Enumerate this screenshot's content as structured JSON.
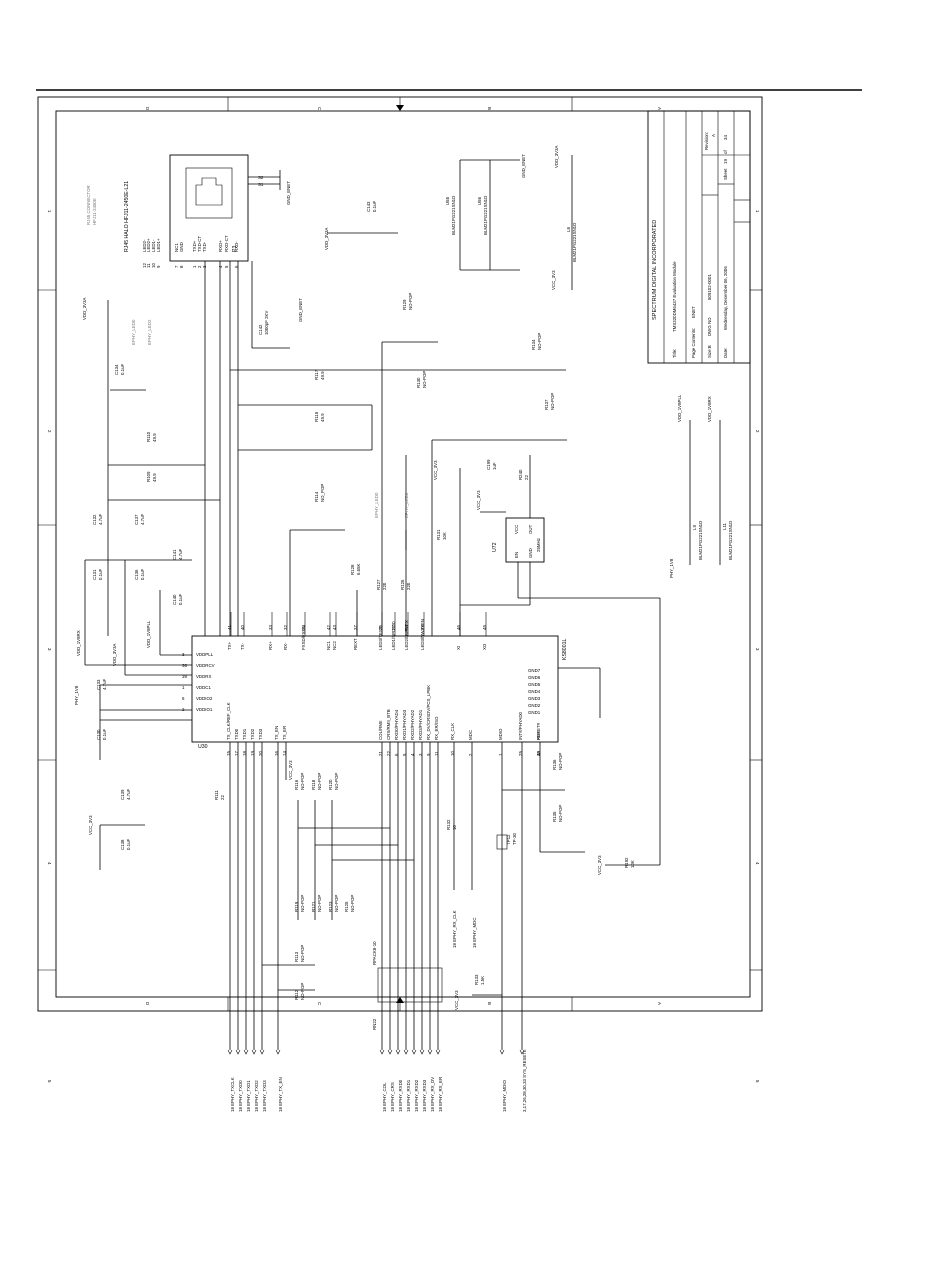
{
  "title_block": {
    "company": "SPECTRUM DIGITAL INCORPORATED",
    "title_label": "Title:",
    "title": "TMS320DM6437 Evaluation Module",
    "page_contents_label": "Page Contents:",
    "page_contents": "ENET",
    "size_label": "Size:B",
    "dwg_no_label": "DWG NO",
    "dwg_no": "509102-0001",
    "revision_label": "Revision:",
    "revision": "A",
    "date_label": "Date:",
    "date": "Wednesday, December 06, 2006",
    "sheet_label": "Sheet",
    "sheet": "19",
    "of_label": "of",
    "sheets": "34"
  },
  "border": {
    "rows_top": [
      "D",
      "C",
      "B",
      "A"
    ],
    "rows_bottom": [
      "D",
      "C",
      "B",
      "A"
    ],
    "cols_left": [
      "1",
      "2",
      "3",
      "4",
      "5"
    ],
    "cols_right": [
      "1",
      "2",
      "3",
      "4",
      "5"
    ]
  },
  "rj45": {
    "ref": "P3",
    "part": "RJ45 HALO HFJ11-2450E-L21",
    "grey_note_1": "RJ45 CONNECTOR",
    "grey_note_2": "HFJ11-2450E",
    "pins": [
      {
        "num": "12",
        "name": "LED2-"
      },
      {
        "num": "11",
        "name": "LED2+"
      },
      {
        "num": "10",
        "name": "LED1-"
      },
      {
        "num": "9",
        "name": "LED1+"
      },
      {
        "num": "7",
        "name": "NC1"
      },
      {
        "num": "8",
        "name": "GND"
      },
      {
        "num": "1",
        "name": "TXD+"
      },
      {
        "num": "2",
        "name": "TXD-CT"
      },
      {
        "num": "3",
        "name": "TXD-"
      },
      {
        "num": "4",
        "name": "RXD+"
      },
      {
        "num": "5",
        "name": "RXD-CT"
      },
      {
        "num": "6",
        "name": "RXD-"
      }
    ],
    "shield_pins": [
      "S1",
      "S2"
    ],
    "shield_net": "GND_ENET"
  },
  "phy": {
    "ref": "U30",
    "part": "KS8001L",
    "left_pins": [
      {
        "num": "41",
        "name": "TX+"
      },
      {
        "num": "40",
        "name": "TX-"
      },
      {
        "num": "33",
        "name": "RX+"
      },
      {
        "num": "32",
        "name": "RX-"
      },
      {
        "num": "34",
        "name": "FXSD/FXEN"
      },
      {
        "num": "42",
        "name": "NC1"
      },
      {
        "num": "43",
        "name": "NC2"
      },
      {
        "num": "37",
        "name": "REXT"
      },
      {
        "num": "26",
        "name": "LED3/TEST"
      },
      {
        "num": "27",
        "name": "LED1/SPD100"
      },
      {
        "num": "28",
        "name": "LED2/DUPLEX"
      },
      {
        "num": "29",
        "name": "LED3/NWAYEN"
      },
      {
        "num": "46",
        "name": "XI"
      },
      {
        "num": "45",
        "name": "XO"
      }
    ],
    "power_pins": [
      {
        "num": "3",
        "name": "VDDPLL"
      },
      {
        "num": "36",
        "name": "VDDRCV"
      },
      {
        "num": "39",
        "name": "VDDRX"
      },
      {
        "num": "1",
        "name": "VDDC1"
      },
      {
        "num": "6",
        "name": "VDDIO2"
      },
      {
        "num": "2",
        "name": "VDDIO1"
      }
    ],
    "bottom_pins": [
      {
        "num": "15",
        "name": "TX_CLK/REF_CLK"
      },
      {
        "num": "17",
        "name": "TXD0"
      },
      {
        "num": "18",
        "name": "TXD1"
      },
      {
        "num": "19",
        "name": "TXD2"
      },
      {
        "num": "20",
        "name": "TXD3"
      },
      {
        "num": "16",
        "name": "TX_EN"
      },
      {
        "num": "14",
        "name": "TX_ER"
      },
      {
        "num": "21",
        "name": "COL/RMII"
      },
      {
        "num": "22",
        "name": "CRS/RMII_BTB"
      },
      {
        "num": "6",
        "name": "RXD0/PHYAD4"
      },
      {
        "num": "5",
        "name": "RXD1/PHYAD3"
      },
      {
        "num": "4",
        "name": "RXD2/PHYAD2"
      },
      {
        "num": "3",
        "name": "RXD3/PHYAD1"
      },
      {
        "num": "9",
        "name": "RX_DV/CRSDV/PCS_LPBK"
      },
      {
        "num": "11",
        "name": "RX_ER/ISO"
      },
      {
        "num": "10",
        "name": "RX_CLK"
      },
      {
        "num": "2",
        "name": "MDC"
      },
      {
        "num": "1",
        "name": "MDIO"
      },
      {
        "num": "25",
        "name": "INT#/PHYAD0"
      },
      {
        "num": "48",
        "name": "RESET#"
      },
      {
        "num": "30",
        "name": "PD#"
      }
    ],
    "gnd_pins": [
      "GND7",
      "GND6",
      "GND5",
      "GND4",
      "GND3",
      "GND2",
      "GND1"
    ]
  },
  "oscillator": {
    "ref": "U72",
    "part": "25MHz",
    "pins": [
      "EN",
      "VCC",
      "GND",
      "OUT"
    ]
  },
  "ferrites": [
    {
      "ref": "U55",
      "part": "BLM21PG221SN1D"
    },
    {
      "ref": "U56",
      "part": "BLM21PG221SN1D"
    },
    {
      "ref": "L8",
      "part": "BLM21PG221SN1D"
    },
    {
      "ref": "L9",
      "part": "BLM21PG221SN1D"
    },
    {
      "ref": "L11",
      "part": "BLM21PG221SN1D"
    }
  ],
  "components": [
    {
      "ref": "C134",
      "value": "0.1uF"
    },
    {
      "ref": "C142",
      "value": "1000pF 2KV"
    },
    {
      "ref": "C143",
      "value": "0.1uF"
    },
    {
      "ref": "R117",
      "value": "49.9"
    },
    {
      "ref": "R115",
      "value": "49.9"
    },
    {
      "ref": "R110",
      "value": "49.9"
    },
    {
      "ref": "R109",
      "value": "49.9"
    },
    {
      "ref": "R129",
      "value": "NO-POP"
    },
    {
      "ref": "R134",
      "value": "NO-POP"
    },
    {
      "ref": "R130",
      "value": "NO-POP"
    },
    {
      "ref": "R137",
      "value": "NO-POP"
    },
    {
      "ref": "R114",
      "value": "NO_POP"
    },
    {
      "ref": "C132",
      "value": "4.7uF"
    },
    {
      "ref": "C131",
      "value": "0.1uF"
    },
    {
      "ref": "C137",
      "value": "4.7uF"
    },
    {
      "ref": "C136",
      "value": "0.1uF"
    },
    {
      "ref": "C141",
      "value": "4.7uF"
    },
    {
      "ref": "C140",
      "value": "0.1uF"
    },
    {
      "ref": "C199",
      "value": "1uF"
    },
    {
      "ref": "R240",
      "value": "22"
    },
    {
      "ref": "R131",
      "value": "10K"
    },
    {
      "ref": "R128",
      "value": "6.65K"
    },
    {
      "ref": "R127",
      "value": "220"
    },
    {
      "ref": "R126",
      "value": "220"
    },
    {
      "ref": "C133",
      "value": "4.7uF"
    },
    {
      "ref": "C130",
      "value": "0.1uF"
    },
    {
      "ref": "C139",
      "value": "4.7uF"
    },
    {
      "ref": "C138",
      "value": "0.1uF"
    },
    {
      "ref": "R111",
      "value": "22"
    },
    {
      "ref": "R116",
      "value": "NO-POP"
    },
    {
      "ref": "R118",
      "value": "NO-POP"
    },
    {
      "ref": "R120",
      "value": "NO-POP"
    },
    {
      "ref": "R119",
      "value": "NO-POP"
    },
    {
      "ref": "R121",
      "value": "NO-POP"
    },
    {
      "ref": "R123",
      "value": "NO-POP"
    },
    {
      "ref": "R125",
      "value": "NO-POP"
    },
    {
      "ref": "R132",
      "value": "10"
    },
    {
      "ref": "R136",
      "value": "NO-POP"
    },
    {
      "ref": "R135",
      "value": "NO-POP"
    },
    {
      "ref": "R192",
      "value": "10K"
    },
    {
      "ref": "R113",
      "value": "NO-POP"
    },
    {
      "ref": "R112",
      "value": "NO-POP"
    },
    {
      "ref": "R133",
      "value": "1.5K"
    },
    {
      "ref": "TP12",
      "value": "TP-30"
    },
    {
      "ref": "RPACK8-10",
      "value": ""
    },
    {
      "ref": "RN22",
      "value": ""
    }
  ],
  "nets": {
    "vdd_3v3a": "VDD_3V3A",
    "vcc_3v3": "VCC_3V3",
    "vdd_1v8rx": "VDD_1V8RX",
    "vdd_1v8pll": "VDD_1V8PLL",
    "phy_1v8": "PHY_1V8",
    "gnd_enet": "GND_ENET",
    "ephy_led0": "EPHY_LED0",
    "ephy_led2": "EPHY_LED2"
  },
  "bottom_ports": [
    "18  EPHY_TXCLK",
    "18  EPHY_TXD0",
    "18  EPHY_TXD1",
    "18  EPHY_TXD2",
    "18  EPHY_TXD3",
    "18  EPHY_TX_EN",
    "18  EPHY_COL",
    "18  EPHY_CRS",
    "18  EPHY_RXD0",
    "18  EPHY_RXD1",
    "18  EPHY_RXD2",
    "18  EPHY_RXD3",
    "18  EPHY_RX_DV",
    "18  EPHY_RX_ER",
    "18  EPHY_MDIO",
    "3,17,26,28,30,33  SYS_RESETn"
  ],
  "mid_ports": [
    "18  EPHY_RX_CLK",
    "18  EPHY_MDC"
  ]
}
